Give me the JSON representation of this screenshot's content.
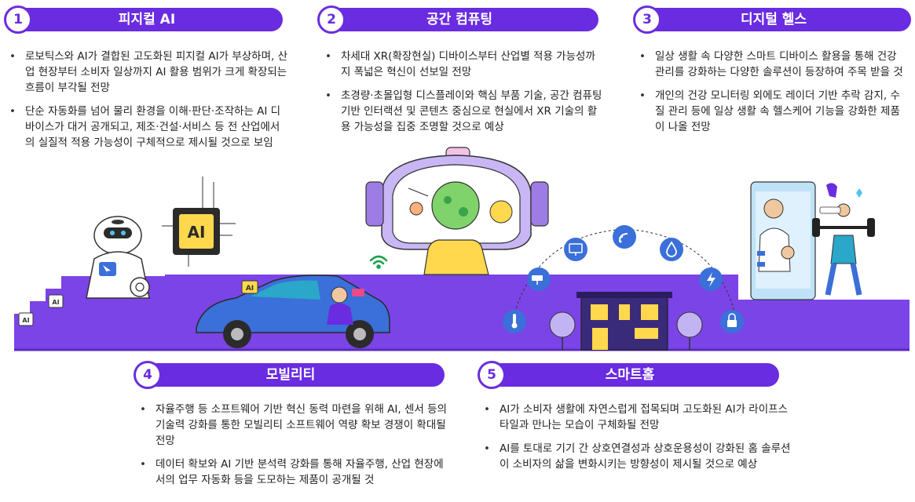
{
  "sections": [
    {
      "number": "1",
      "title": "피지컬 AI",
      "bullets": [
        "로보틱스와 AI가 결합된 고도화된 피지컬 AI가 부상하며, 산업 현장부터 소비자 일상까지 AI 활용 범위가 크게 확장되는 흐름이 부각될 전망",
        "단순 자동화를 넘어 물리 환경을 이해·판단·조작하는 AI 디바이스가 대거 공개되고, 제조·건설·서비스 등 전 산업에서의 실질적 적용 가능성이 구체적으로 제시될 것으로 보임"
      ]
    },
    {
      "number": "2",
      "title": "공간 컴퓨팅",
      "bullets": [
        "차세대 XR(확장현실) 디바이스부터 산업별 적용 가능성까지 폭넓은 혁신이 선보일 전망",
        "초경량·초몰입형 디스플레이와 핵심 부품 기술, 공간 컴퓨팅 기반 인터랙션 및 콘텐츠 중심으로 현실에서 XR 기술의 활용 가능성을 집중 조명할 것으로 예상"
      ]
    },
    {
      "number": "3",
      "title": "디지털 헬스",
      "bullets": [
        "일상 생활 속 다양한 스마트 디바이스 활용을 통해 건강 관리를 강화하는 다양한 솔루션이 등장하여 주목 받을 것",
        "개인의 건강 모니터링 외에도 레이더 기반 추락 감지, 수질 관리 등에 일상 생활 속 헬스케어 기능을 강화한 제품이 나올 전망"
      ]
    },
    {
      "number": "4",
      "title": "모빌리티",
      "bullets": [
        "자율주행 등 소프트웨어 기반 혁신 동력 마련을 위해 AI, 센서 등의 기술력 강화를 통한 모빌리티 소프트웨어 역량 확보 경쟁이 확대될 전망",
        "데이터 확보와 AI 기반 분석력 강화를 통해 자율주행, 산업 현장에서의 업무 자동화 등을 도모하는 제품이 공개될 것"
      ]
    },
    {
      "number": "5",
      "title": "스마트홈",
      "bullets": [
        "AI가 소비자 생활에 자연스럽게 접목되며 고도화된 AI가 라이프스타일과 만나는 모습이 구체화될 전망",
        "AI를 토대로 기기 간 상호연결성과 상호운용성이 강화된 홈 솔루션이 소비자의 삶을 변화시키는 방향성이 제시될 것으로 예상"
      ]
    }
  ],
  "illustration": {
    "chip_label": "AI",
    "car_sign": "AI",
    "colors": {
      "purple": "#6a2ce0",
      "platform": "#7b44e6",
      "blue": "#3b6fd9",
      "teal": "#2aa7c9",
      "lavender": "#cfc3f3"
    }
  }
}
